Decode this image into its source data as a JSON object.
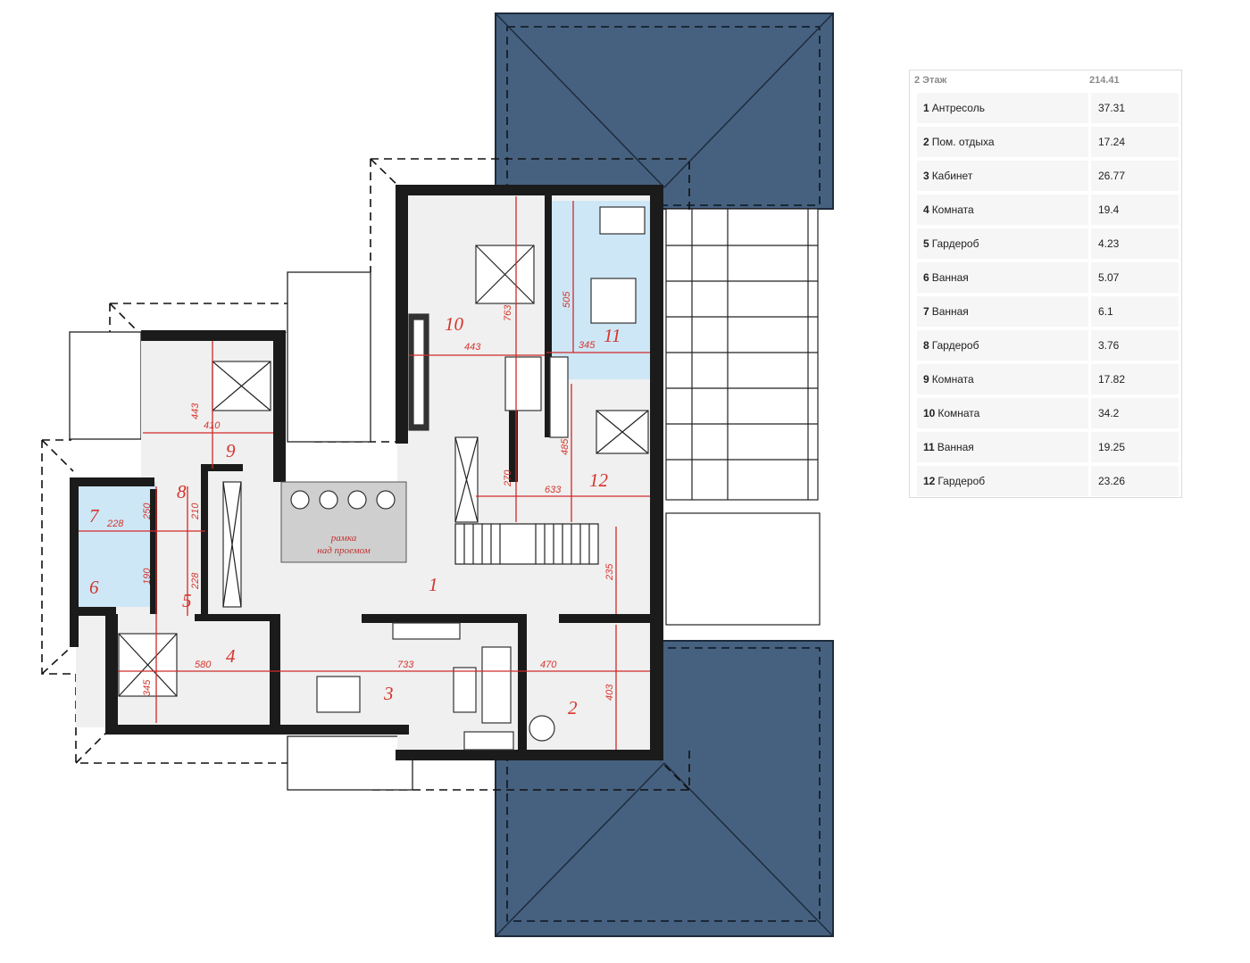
{
  "table": {
    "header": {
      "floor": "2 Этаж",
      "total": "214.41"
    },
    "rows": [
      {
        "num": "1",
        "name": "Антресоль",
        "area": "37.31"
      },
      {
        "num": "2",
        "name": "Пом. отдыха",
        "area": "17.24"
      },
      {
        "num": "3",
        "name": "Кабинет",
        "area": "26.77"
      },
      {
        "num": "4",
        "name": "Комната",
        "area": "19.4"
      },
      {
        "num": "5",
        "name": "Гардероб",
        "area": "4.23"
      },
      {
        "num": "6",
        "name": "Ванная",
        "area": "5.07"
      },
      {
        "num": "7",
        "name": "Ванная",
        "area": "6.1"
      },
      {
        "num": "8",
        "name": "Гардероб",
        "area": "3.76"
      },
      {
        "num": "9",
        "name": "Комната",
        "area": "17.82"
      },
      {
        "num": "10",
        "name": "Комната",
        "area": "34.2"
      },
      {
        "num": "11",
        "name": "Ванная",
        "area": "19.25"
      },
      {
        "num": "12",
        "name": "Гардероб",
        "area": "23.26"
      }
    ]
  },
  "plan": {
    "room_labels": [
      "1",
      "2",
      "3",
      "4",
      "5",
      "6",
      "7",
      "8",
      "9",
      "10",
      "11",
      "12"
    ],
    "dimensions": [
      "443",
      "763",
      "443",
      "345",
      "505",
      "485",
      "270",
      "633",
      "410",
      "443",
      "235",
      "580",
      "733",
      "470",
      "403",
      "250",
      "210",
      "228",
      "190",
      "345",
      "228",
      "235"
    ],
    "void_note": [
      "рамка",
      "над проемом"
    ]
  },
  "colors": {
    "roof": "#46617f",
    "wall": "#1b1b1b",
    "wet_area": "#cde7f6",
    "dimension": "#d12a2a",
    "table_header": "#8a8a8a"
  }
}
